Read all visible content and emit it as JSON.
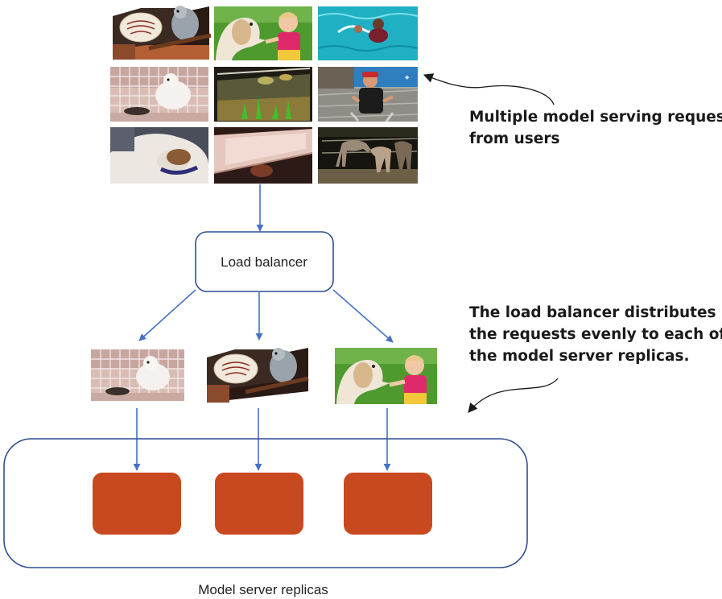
{
  "diagram": {
    "load_balancer_label": "Load balancer",
    "annotation_requests": [
      "Multiple model serving requests",
      "from users"
    ],
    "annotation_balancer": [
      "The load balancer distributes",
      "the requests evenly to each of",
      "the model server replicas."
    ],
    "replicas_caption": "Model server replicas",
    "colors": {
      "arrow": "#4472c4",
      "box_stroke": "#2f4f8f",
      "server": "#c8491f",
      "annotation_arrow": "#1a1a1a"
    },
    "thumbnails": [
      {
        "name": "thumbnail-parrot",
        "icon": "parrot-photo"
      },
      {
        "name": "thumbnail-dog-child",
        "icon": "dog-and-child-photo"
      },
      {
        "name": "thumbnail-pool-swimmer",
        "icon": "pool-swimmer-photo"
      },
      {
        "name": "thumbnail-white-dog-cage",
        "icon": "white-dog-photo"
      },
      {
        "name": "thumbnail-aquarium",
        "icon": "aquarium-photo"
      },
      {
        "name": "thumbnail-man-pool",
        "icon": "man-at-pool-photo"
      },
      {
        "name": "thumbnail-dog-lying",
        "icon": "dog-lying-photo"
      },
      {
        "name": "thumbnail-dark-tank",
        "icon": "tank-photo"
      },
      {
        "name": "thumbnail-horses",
        "icon": "horses-photo"
      }
    ],
    "routed_requests": [
      {
        "name": "routed-request-white-dog",
        "icon": "white-dog-photo"
      },
      {
        "name": "routed-request-parrot",
        "icon": "parrot-photo"
      },
      {
        "name": "routed-request-dog-child",
        "icon": "dog-and-child-photo"
      }
    ],
    "servers": [
      {
        "name": "model-server-replica-1"
      },
      {
        "name": "model-server-replica-2"
      },
      {
        "name": "model-server-replica-3"
      }
    ]
  }
}
